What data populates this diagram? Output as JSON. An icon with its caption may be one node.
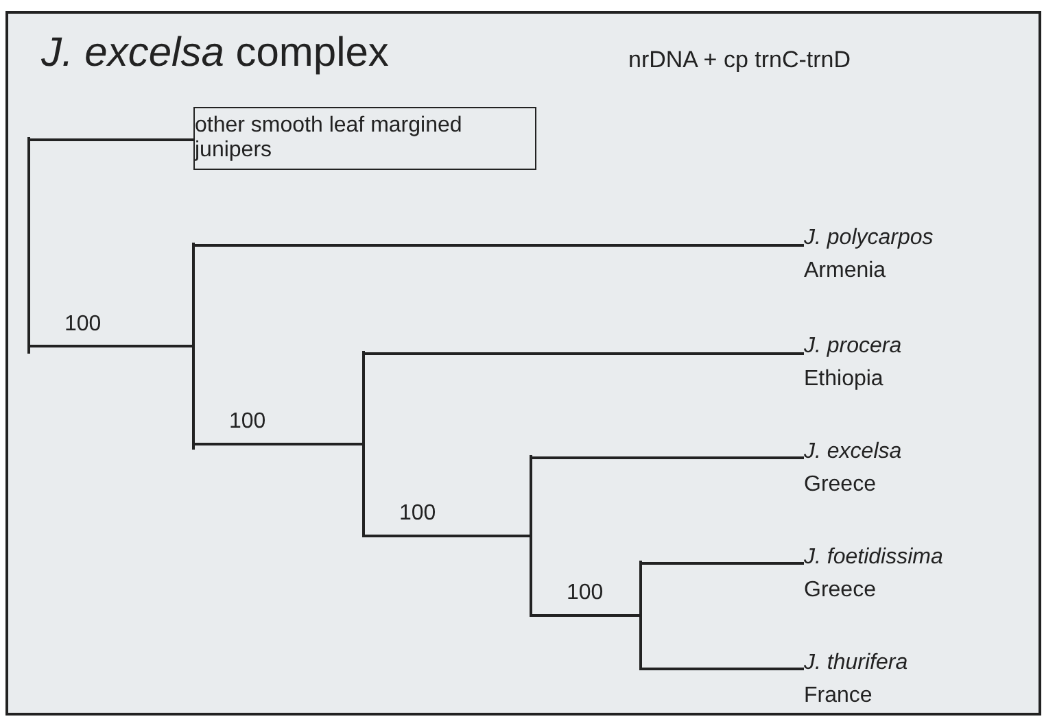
{
  "diagram": {
    "title": "*J. excelsa* complex",
    "nodes": [
      {
        "text": [
          "other smooth leaf margined junipers"
        ]
      },
      {
        "text": [
          "J. polycarpos",
          "Armenia"
        ]
      },
      {
        "text": [
          "J. procera",
          "Ethiopia"
        ]
      },
      {
        "text": [
          "J. excelsa",
          "Greece"
        ]
      },
      {
        "text": [
          "J. foetidissima",
          "Greece"
        ]
      },
      {
        "text": [
          "J. thurifera",
          "France"
        ]
      },
      {
        "text": [],
        "shape": "point"
      },
      {
        "text": [],
        "shape": "point"
      },
      {
        "text": [],
        "shape": "point"
      },
      {
        "text": [],
        "shape": "point"
      },
      {
        "text": [],
        "shape": "point"
      }
    ],
    "edges": [
      {
        "from": 6,
        "to": 0,
        "arrow": "none"
      },
      {
        "from": 6,
        "to": 7,
        "arrow": "none",
        "label": "100"
      },
      {
        "from": 7,
        "to": 1,
        "arrow": "none"
      },
      {
        "from": 7,
        "to": 8,
        "arrow": "none",
        "label": "100"
      },
      {
        "from": 8,
        "to": 2,
        "arrow": "none"
      },
      {
        "from": 8,
        "to": 9,
        "arrow": "none",
        "label": "100"
      },
      {
        "from": 9,
        "to": 3,
        "arrow": "none"
      },
      {
        "from": 9,
        "to": 10,
        "arrow": "none",
        "label": "100"
      },
      {
        "from": 10,
        "to": 4,
        "arrow": "none"
      },
      {
        "from": 10,
        "to": 5,
        "arrow": "none"
      }
    ],
    "labels": [
      "nrDNA + cp trnC-trnD"
    ]
  }
}
